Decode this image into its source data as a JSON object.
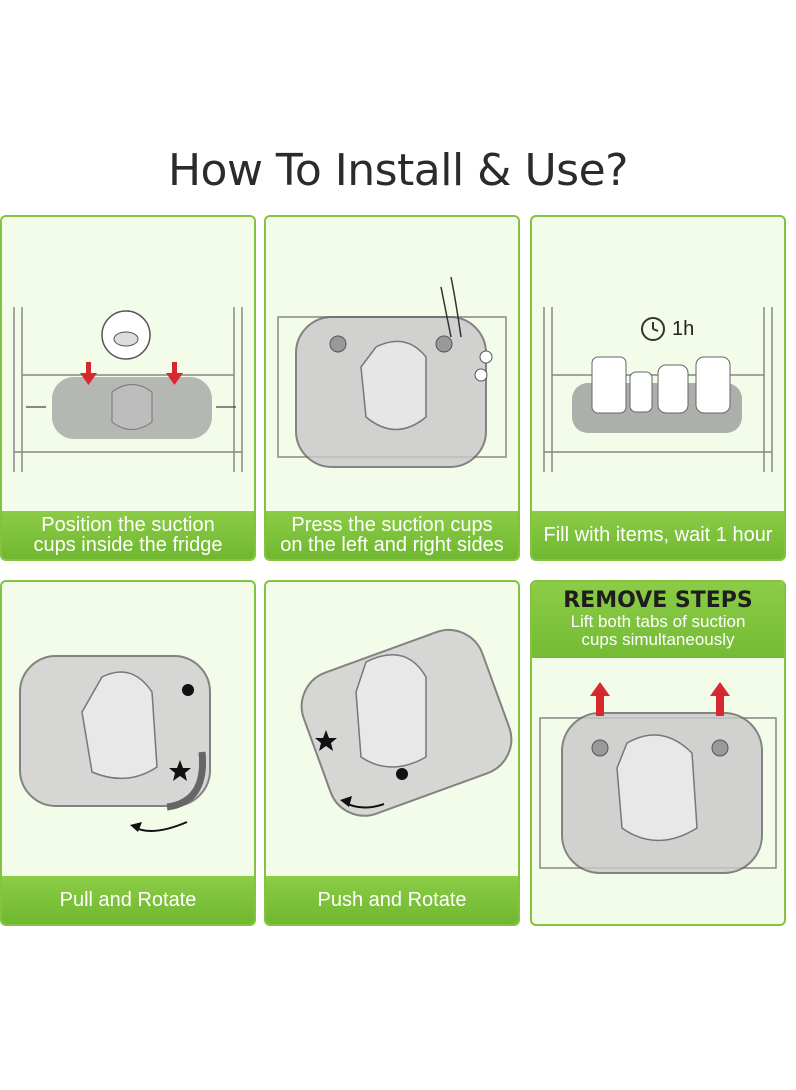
{
  "title": "How To Install & Use?",
  "steps": [
    {
      "caption_line1": "Position the suction",
      "caption_line2": "cups inside the fridge"
    },
    {
      "caption_line1": "Press the suction cups",
      "caption_line2": "on the left and right sides"
    },
    {
      "caption": "Fill with items, wait 1 hour",
      "timer_label": "1h"
    },
    {
      "caption": "Pull and Rotate"
    },
    {
      "caption": "Push and Rotate"
    },
    {
      "heading": "REMOVE STEPS",
      "sub_line1": "Lift both tabs of suction",
      "sub_line2": "cups simultaneously"
    }
  ],
  "colors": {
    "accent": "#83c341",
    "panel_bg": "#f3fbe9",
    "arrow_red": "#d7282f"
  }
}
